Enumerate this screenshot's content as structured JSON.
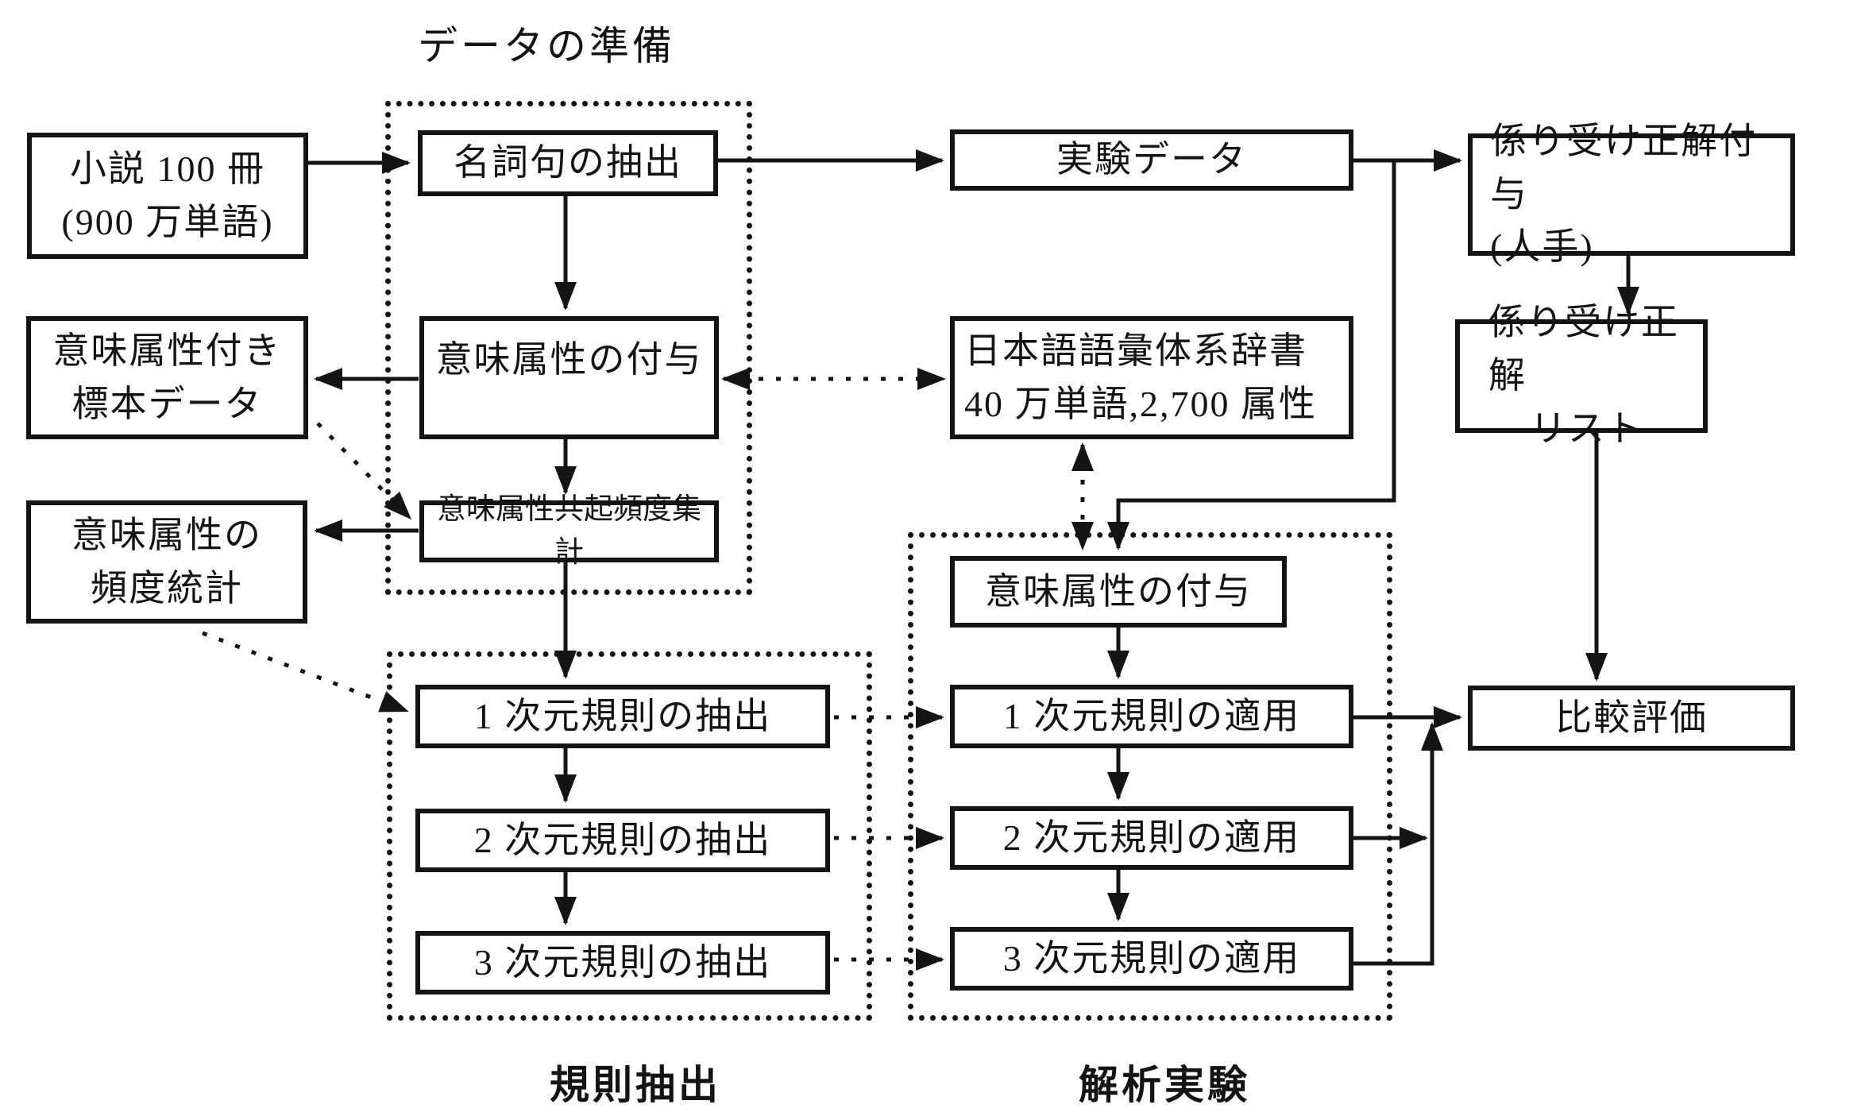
{
  "diagram": {
    "background_color": "#ffffff",
    "ink_color": "#141414",
    "title": "データの準備",
    "groups": {
      "preparation": {
        "label": "データの準備"
      },
      "rule_extraction": {
        "label": "規則抽出"
      },
      "analysis_experiment": {
        "label": "解析実験"
      }
    },
    "nodes": {
      "novel_corpus": {
        "line1": "小説 100 冊",
        "line2": "(900 万単語)"
      },
      "noun_phrase_extraction": {
        "label": "名詞句の抽出"
      },
      "experiment_data": {
        "label": "実験データ"
      },
      "dependency_annotation": {
        "line1": "係り受け正解付与",
        "line2": "(人手)"
      },
      "attributed_sample_data": {
        "line1": "意味属性付き",
        "line2": "標本データ"
      },
      "attribute_assignment_prep": {
        "label": "意味属性の付与"
      },
      "japanese_lexicon": {
        "line1": "日本語語彙体系辞書",
        "line2": "40 万単語,2,700 属性"
      },
      "dependency_answer_list": {
        "line1": "係り受け正解",
        "line2": "リスト"
      },
      "attribute_freq_stats": {
        "line1": "意味属性の",
        "line2": "頻度統計"
      },
      "cooccurrence_aggregation": {
        "label": "意味属性共起頻度集計"
      },
      "rule1_extraction": {
        "label": "1 次元規則の抽出"
      },
      "rule2_extraction": {
        "label": "2 次元規則の抽出"
      },
      "rule3_extraction": {
        "label": "3 次元規則の抽出"
      },
      "attribute_assignment_analysis": {
        "label": "意味属性の付与"
      },
      "rule1_application": {
        "label": "1 次元規則の適用"
      },
      "rule2_application": {
        "label": "2 次元規則の適用"
      },
      "rule3_application": {
        "label": "3 次元規則の適用"
      },
      "comparison_evaluation": {
        "label": "比較評価"
      }
    }
  }
}
